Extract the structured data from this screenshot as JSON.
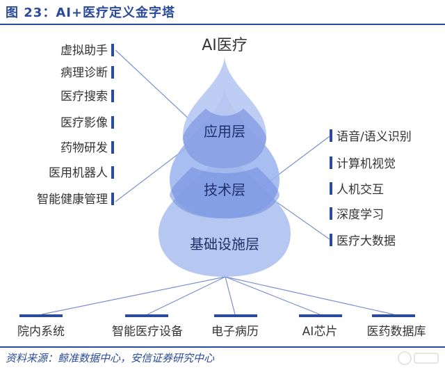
{
  "title": "图 23：AI+医疗定义金字塔",
  "apex_label": "AI医疗",
  "layers": [
    "应用层",
    "技术层",
    "基础设施层"
  ],
  "left_items": [
    "虚拟助手",
    "病理诊断",
    "医疗搜索",
    "医疗影像",
    "药物研发",
    "医用机器人",
    "智能健康管理"
  ],
  "right_items": [
    "语音/语义识别",
    "计算机视觉",
    "人机交互",
    "深度学习",
    "医疗大数据"
  ],
  "bottom_items": [
    "院内系统",
    "智能医疗设备",
    "电子病历",
    "AI芯片",
    "医药数据库"
  ],
  "source": "资料来源：鲸准数据中心，安信证券研究中心",
  "colors": {
    "accent": "#2a4a9a",
    "drop_light": "#c9d6f3",
    "drop_mid": "#a9bdee",
    "drop_dark": "#8ba4e6",
    "overlap": "#5a76d6"
  }
}
